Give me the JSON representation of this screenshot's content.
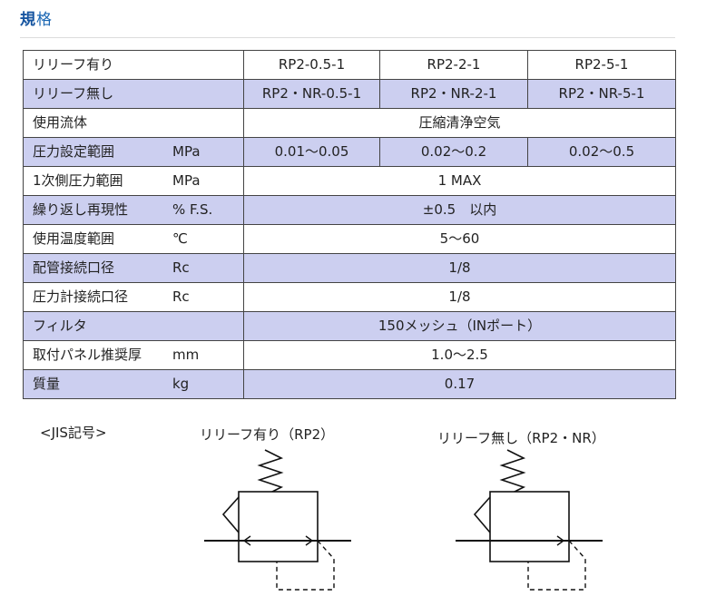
{
  "heading": {
    "first_char": "規",
    "rest": "格"
  },
  "table": {
    "rows": [
      {
        "label": "リリーフ有り",
        "unit": "",
        "values": [
          "RP2-0.5-1",
          "RP2-2-1",
          "RP2-5-1"
        ],
        "alt": false
      },
      {
        "label": "リリーフ無し",
        "unit": "",
        "values": [
          "RP2・NR-0.5-1",
          "RP2・NR-2-1",
          "RP2・NR-5-1"
        ],
        "alt": true
      },
      {
        "label": "使用流体",
        "unit": "",
        "values": [
          "圧縮清浄空気"
        ],
        "alt": false
      },
      {
        "label": "圧力設定範囲",
        "unit": "MPa",
        "values": [
          "0.01～0.05",
          "0.02～0.2",
          "0.02～0.5"
        ],
        "alt": true
      },
      {
        "label": "1次側圧力範囲",
        "unit": "MPa",
        "values": [
          "1 MAX"
        ],
        "alt": false
      },
      {
        "label": "繰り返し再現性",
        "unit": "% F.S.",
        "values": [
          "±0.5　以内"
        ],
        "alt": true
      },
      {
        "label": "使用温度範囲",
        "unit": "℃",
        "values": [
          "5～60"
        ],
        "alt": false
      },
      {
        "label": "配管接続口径",
        "unit": "Rc",
        "values": [
          "1/8"
        ],
        "alt": true
      },
      {
        "label": "圧力計接続口径",
        "unit": "Rc",
        "values": [
          "1/8"
        ],
        "alt": false
      },
      {
        "label": "フィルタ",
        "unit": "",
        "values": [
          "150メッシュ（INポート）"
        ],
        "alt": true
      },
      {
        "label": "取付パネル推奨厚",
        "unit": "mm",
        "values": [
          "1.0～2.5"
        ],
        "alt": false
      },
      {
        "label": "質量",
        "unit": "kg",
        "values": [
          "0.17"
        ],
        "alt": true
      }
    ]
  },
  "jis": {
    "label": "<JIS記号>",
    "relief_title": "リリーフ有り（RP2）",
    "norelief_title": "リリーフ無し（RP2・NR）"
  }
}
